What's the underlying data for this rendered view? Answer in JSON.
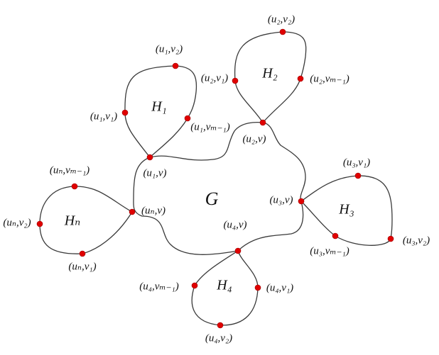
{
  "graph": {
    "name": "G",
    "colors": {
      "vertex": "#e00000",
      "edge": "#3a3a3a"
    },
    "subgraphs": [
      {
        "name": "H₁",
        "vertices": [
          "(u₁,v)",
          "(u₁,v₁)",
          "(u₁,v₂)",
          "(u₁,vₘ₋₁)"
        ]
      },
      {
        "name": "H₂",
        "vertices": [
          "(u₂,v)",
          "(u₂,v₁)",
          "(u₂,v₂)",
          "(u₂,vₘ₋₁)"
        ]
      },
      {
        "name": "H₃",
        "vertices": [
          "(u₃,v)",
          "(u₃,v₁)",
          "(u₃,v₂)",
          "(u₃,vₘ₋₁)"
        ]
      },
      {
        "name": "H₄",
        "vertices": [
          "(u₄,v)",
          "(u₄,v₁)",
          "(u₄,v₂)",
          "(u₄,vₘ₋₁)"
        ]
      },
      {
        "name": "Hₙ",
        "vertices": [
          "(uₙ,v)",
          "(uₙ,v₁)",
          "(uₙ,v₂)",
          "(uₙ,vₘ₋₁)"
        ]
      }
    ]
  }
}
